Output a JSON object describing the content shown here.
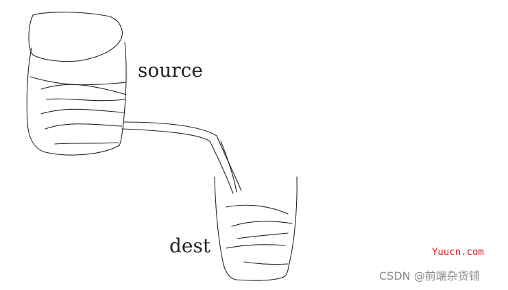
{
  "labels": {
    "source": "source",
    "dest": "dest"
  },
  "watermark": {
    "site": "Yuucn.com",
    "csdn": "CSDN @前端杂货铺"
  },
  "colors": {
    "stroke": "#222222",
    "site_watermark": "#d71a1a",
    "csdn_watermark": "#8a8a8a"
  }
}
